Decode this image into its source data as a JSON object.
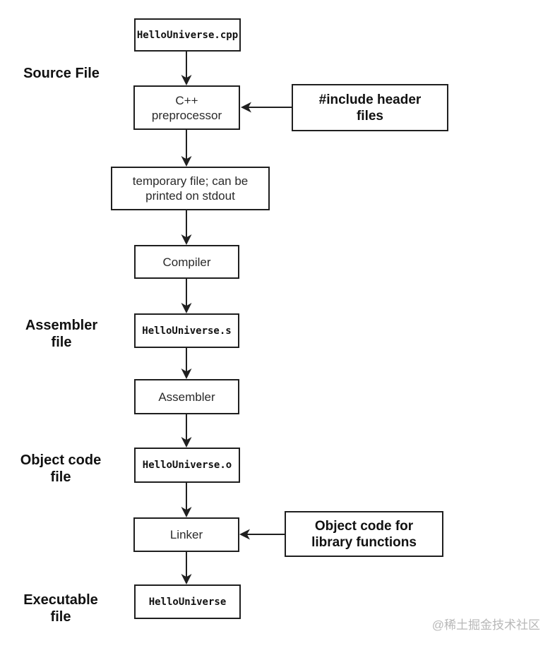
{
  "diagram": {
    "stage_labels": {
      "source": "Source File",
      "assembler": "Assembler\nfile",
      "object": "Object code\nfile",
      "executable": "Executable\nfile"
    },
    "nodes": {
      "source_file": "HelloUniverse.cpp",
      "preprocessor": "C++\npreprocessor",
      "include_headers": "#include header\nfiles",
      "temp_file": "temporary file; can be\nprinted on stdout",
      "compiler": "Compiler",
      "assembler_file": "HelloUniverse.s",
      "assembler": "Assembler",
      "object_file": "HelloUniverse.o",
      "linker": "Linker",
      "library_objects": "Object code for\nlibrary functions",
      "executable_file": "HelloUniverse"
    },
    "watermark": "@稀土掘金技术社区",
    "colors": {
      "line": "#1f1f1f",
      "background": "#ffffff",
      "watermark": "#b8b8b8"
    }
  }
}
